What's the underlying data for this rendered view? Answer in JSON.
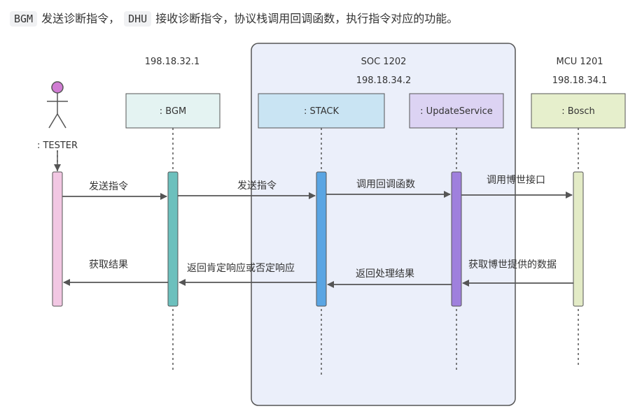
{
  "intro": {
    "code1": "BGM",
    "text1": "发送诊断指令，",
    "code2": "DHU",
    "text2": "接收诊断指令，协议栈调用回调函数，执行指令对应的功能。"
  },
  "group": {
    "name": "SOC 1202",
    "ip": "198.18.34.2"
  },
  "annotations": {
    "bgm_ip": "198.18.32.1",
    "mcu_name": "MCU 1201",
    "mcu_ip": "198.18.34.1"
  },
  "actor": {
    "label": ":  TESTER"
  },
  "participants": [
    {
      "label": ": BGM",
      "color": "#e4f3f2"
    },
    {
      "label": ": STACK",
      "color": "#c9e4f3"
    },
    {
      "label": ": UpdateService",
      "color": "#dcd3f3"
    },
    {
      "label": ": Bosch",
      "color": "#e6efcc"
    }
  ],
  "messages": {
    "m1": "发送指令",
    "m2": "发送指令",
    "m3": "调用回调函数",
    "m4": "调用博世接口",
    "r1": "获取博世提供的数据",
    "r2": "返回处理结果",
    "r3": "返回肯定响应或否定响应",
    "r4": "获取结果"
  },
  "colors": {
    "group_fill": "#ebeffa",
    "activation_tester": "#f2c7e3",
    "activation_bgm": "#6cc0bd",
    "activation_stack": "#5aa5e3",
    "activation_update": "#9f80dd",
    "activation_bosch": "#e3ebc6",
    "arrow": "#555555"
  }
}
